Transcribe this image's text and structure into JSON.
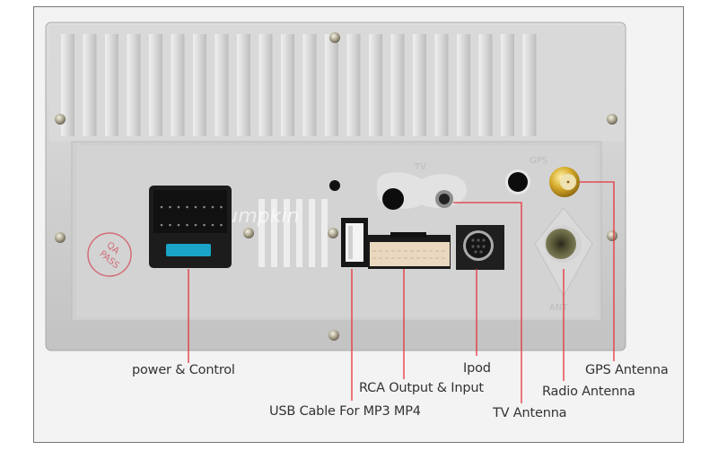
{
  "figure": {
    "subject": "Car stereo head unit rear panel",
    "colors": {
      "background": "#f3f3f3",
      "frame_border": "#777777",
      "leader_line": "#e5333d",
      "label_text": "#333333",
      "metal": "#c9c9c9"
    },
    "markings": {
      "watermark": "Pumpkin",
      "tv_port_marking": "TV",
      "gps_port_marking": "GPS",
      "ant_port_marking": "ANT",
      "stamp_line1": "QA",
      "stamp_line2": "PASS"
    },
    "callouts": [
      {
        "id": "power",
        "label": "power & Control"
      },
      {
        "id": "usb",
        "label": "USB Cable For MP3 MP4"
      },
      {
        "id": "rca",
        "label": "RCA Output & Input"
      },
      {
        "id": "ipod",
        "label": "Ipod"
      },
      {
        "id": "tv",
        "label": "TV Antenna"
      },
      {
        "id": "radio",
        "label": "Radio Antenna"
      },
      {
        "id": "gps",
        "label": "GPS Antenna"
      }
    ]
  }
}
